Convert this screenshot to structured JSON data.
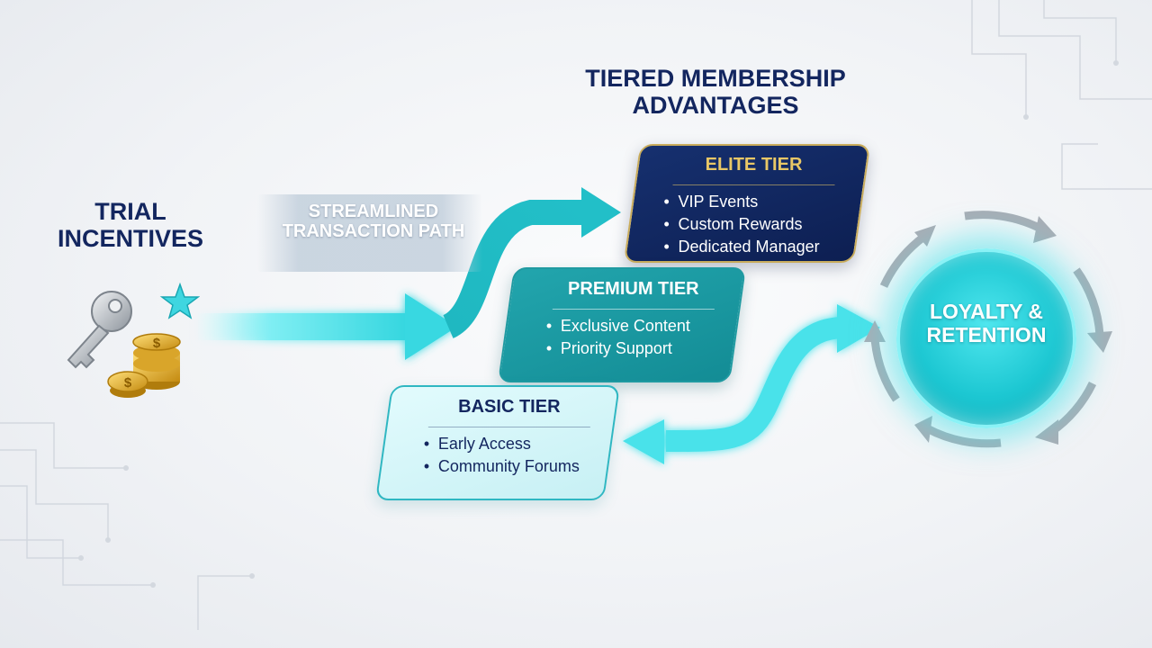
{
  "trial": {
    "title": "TRIAL INCENTIVES"
  },
  "stream": {
    "title": "STREAMLINED TRANSACTION PATH"
  },
  "tiers": {
    "title": "TIERED MEMBERSHIP ADVANTAGES",
    "elite": {
      "name": "ELITE TIER",
      "items": [
        "VIP Events",
        "Custom Rewards",
        "Dedicated Manager"
      ]
    },
    "premium": {
      "name": "PREMIUM TIER",
      "items": [
        "Exclusive Content",
        "Priority Support"
      ]
    },
    "basic": {
      "name": "BASIC TIER",
      "items": [
        "Early Access",
        "Community Forums"
      ]
    }
  },
  "loyalty": {
    "title": "LOYALTY & RETENTION"
  },
  "icons": [
    "key-icon",
    "star-icon",
    "coin-stack-icon"
  ],
  "colors": {
    "navy": "#13265f",
    "teal": "#1fb3bd",
    "cyan": "#40e0e8",
    "gold": "#e8c766"
  }
}
